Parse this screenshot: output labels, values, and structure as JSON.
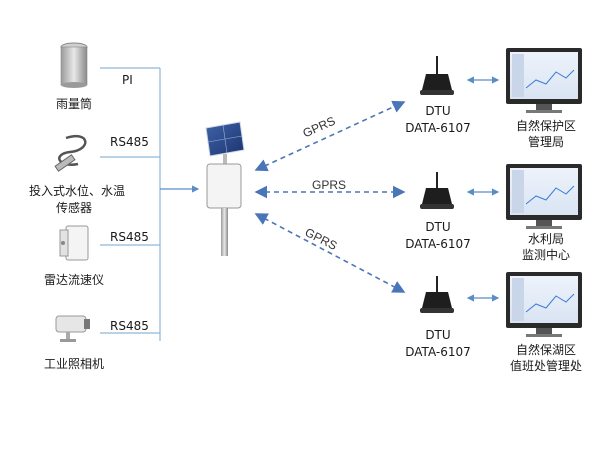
{
  "sensors": [
    {
      "id": "rain",
      "label": "雨量筒",
      "protocol": "PI",
      "icon": "rain-gauge-icon"
    },
    {
      "id": "level",
      "label_line1": "投入式水位、水温",
      "label_line2": "传感器",
      "protocol": "RS485",
      "icon": "water-level-probe-icon"
    },
    {
      "id": "radar",
      "label": "雷达流速仪",
      "protocol": "RS485",
      "icon": "radar-velocimeter-icon"
    },
    {
      "id": "camera",
      "label": "工业照相机",
      "protocol": "RS485",
      "icon": "industrial-camera-icon"
    }
  ],
  "station": {
    "icon": "solar-station-icon"
  },
  "links": [
    {
      "protocol": "GPRS",
      "direction": "up"
    },
    {
      "protocol": "GPRS",
      "direction": "middle"
    },
    {
      "protocol": "GPRS",
      "direction": "down"
    }
  ],
  "dtus": [
    {
      "line1": "DTU",
      "line2": "DATA-6107"
    },
    {
      "line1": "DTU",
      "line2": "DATA-6107"
    },
    {
      "line1": "DTU",
      "line2": "DATA-6107"
    }
  ],
  "monitors": [
    {
      "line1": "自然保护区",
      "line2": "管理局"
    },
    {
      "line1": "水利局",
      "line2": "监测中心"
    },
    {
      "line1": "自然保湖区",
      "line2": "值班处管理处"
    }
  ],
  "colors": {
    "line": "#8fb7d8",
    "arrow": "#4a76b8",
    "text": "#1a1a1a"
  }
}
